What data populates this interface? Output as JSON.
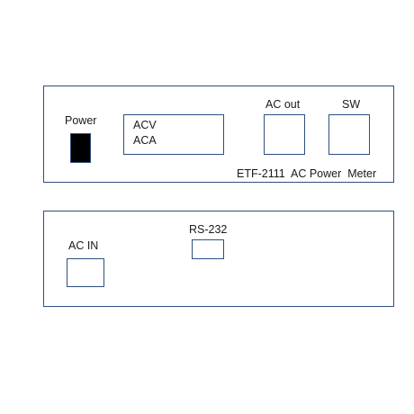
{
  "front_panel": {
    "power_label": "Power",
    "display_lines": [
      "ACV",
      "ACA"
    ],
    "ac_out_label": "AC out",
    "sw_label": "SW",
    "model_label": "ETF-2111  AC Power  Meter"
  },
  "rear_panel": {
    "ac_in_label": "AC IN",
    "rs232_label": "RS-232"
  },
  "colors": {
    "outline": "#2f4f7f",
    "switch_fill": "#000000"
  }
}
